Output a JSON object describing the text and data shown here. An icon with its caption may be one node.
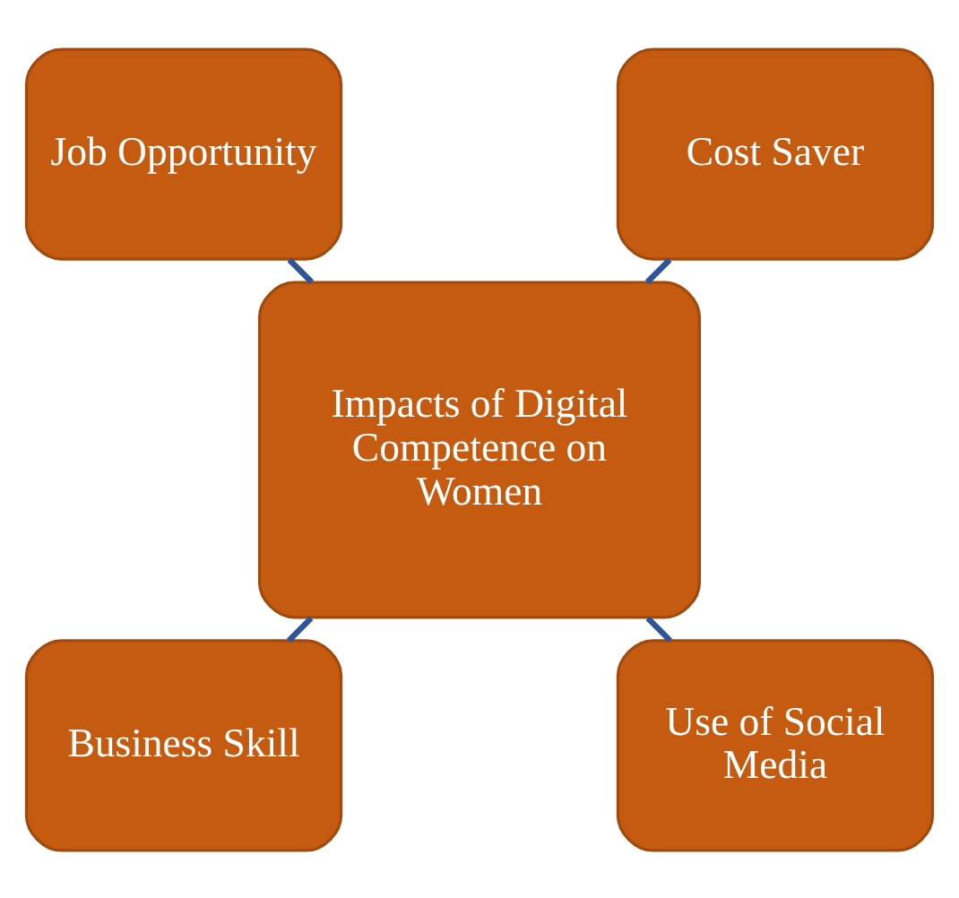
{
  "diagram": {
    "nodes": [
      {
        "text": [
          "Impacts of Digital Competence on Women"
        ]
      },
      {
        "text": [
          "Business Skill"
        ]
      },
      {
        "text": [
          "Use of Social Media"
        ]
      },
      {
        "text": [
          "Cost Saver"
        ]
      },
      {
        "text": [
          "Job Opportunity"
        ]
      }
    ],
    "edges": [
      {
        "from": 1,
        "to": 0,
        "arrow": "none"
      },
      {
        "from": 2,
        "to": 0,
        "arrow": "none"
      },
      {
        "from": 0,
        "to": 3,
        "arrow": "none"
      },
      {
        "from": 0,
        "to": 4,
        "arrow": "none"
      }
    ]
  }
}
